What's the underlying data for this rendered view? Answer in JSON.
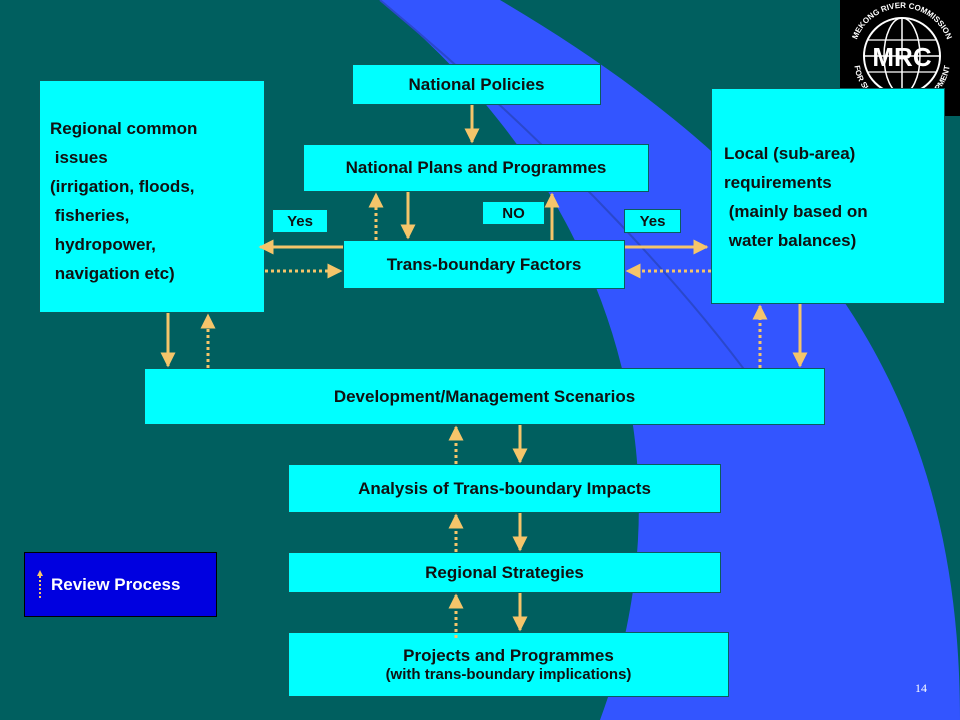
{
  "diagram": {
    "national_policies": "National Policies",
    "national_plans": "National Plans and Programmes",
    "transboundary_factors": "Trans-boundary Factors",
    "regional_common": [
      "Regional common",
      " issues",
      "(irrigation, floods,",
      " fisheries,",
      " hydropower,",
      " navigation etc)"
    ],
    "local_requirements": [
      "Local (sub-area)",
      "requirements",
      " (mainly based on",
      " water balances)"
    ],
    "tag_yes_left": "Yes",
    "tag_no": "NO",
    "tag_yes_right": "Yes",
    "scenarios": "Development/Management Scenarios",
    "analysis": "Analysis of Trans-boundary Impacts",
    "strategies": "Regional Strategies",
    "projects_title": "Projects and Programmes",
    "projects_sub": "(with trans-boundary implications)"
  },
  "legend": {
    "label": "Review Process"
  },
  "logo": {
    "top_text": "MEKONG RIVER COMMISSION",
    "center_text": "MRC",
    "bottom_text": "FOR SUSTAINABLE DEVELOPMENT"
  },
  "page_number": "14",
  "colors": {
    "background": "#005f5f",
    "box": "#00ffff",
    "arrow": "#f5c56a",
    "river": "#3355ff",
    "legend": "#0000e0"
  }
}
